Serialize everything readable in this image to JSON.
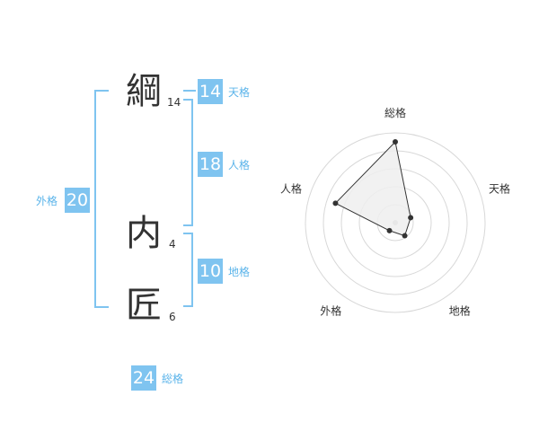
{
  "name": {
    "chars": [
      {
        "kanji": "綱",
        "strokes": "14"
      },
      {
        "kanji": "内",
        "strokes": "4"
      },
      {
        "kanji": "匠",
        "strokes": "6"
      }
    ]
  },
  "kaku": {
    "tenkaku": {
      "value": "14",
      "label": "天格"
    },
    "jinkaku": {
      "value": "18",
      "label": "人格"
    },
    "chikaku": {
      "value": "10",
      "label": "地格"
    },
    "gaikaku": {
      "value": "20",
      "label": "外格"
    },
    "soukaku": {
      "value": "24",
      "label": "総格"
    }
  },
  "radar": {
    "axes": [
      "総格",
      "天格",
      "地格",
      "外格",
      "人格"
    ],
    "max": 5,
    "values": [
      4.5,
      0.9,
      0.9,
      0.55,
      3.5
    ],
    "line_color": "#333333",
    "fill_color": "#eeeeee"
  }
}
